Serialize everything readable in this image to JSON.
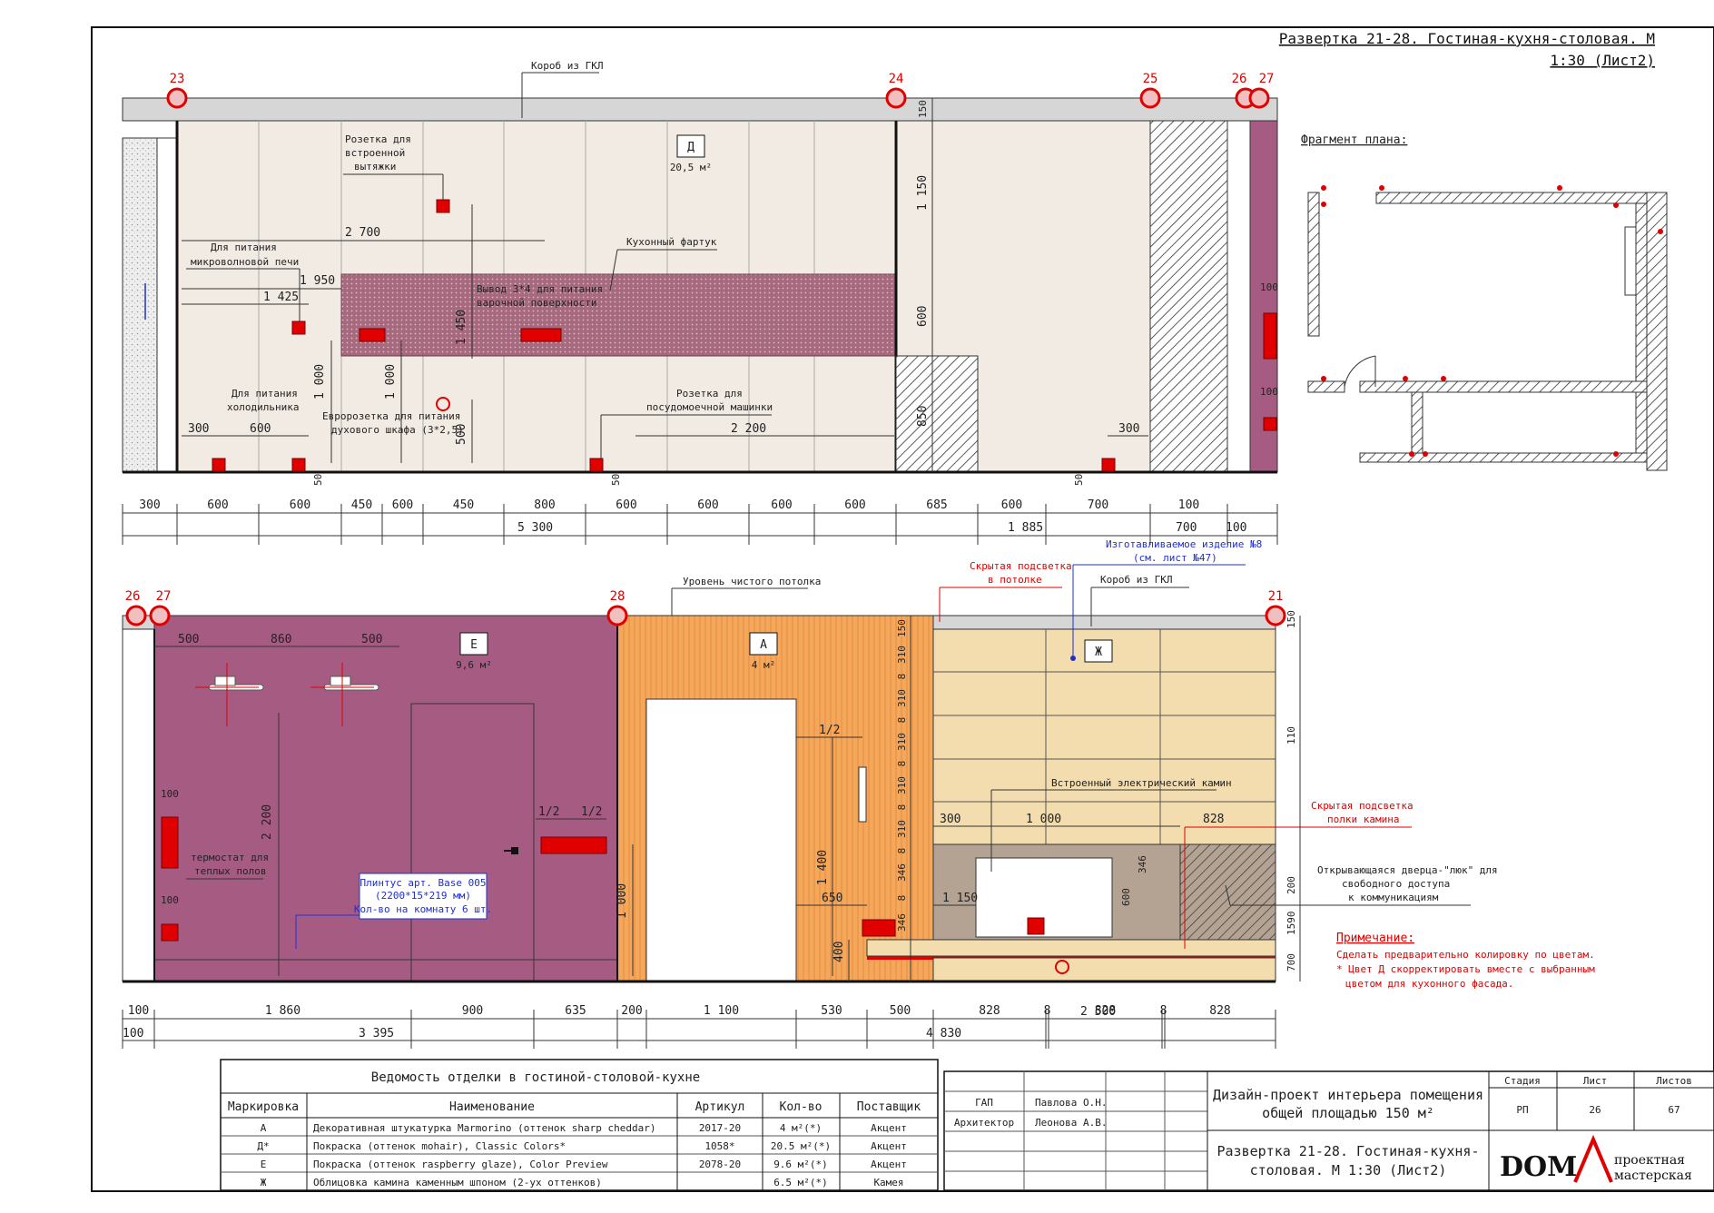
{
  "sheet": {
    "title": "Развертка 21-28. Гостиная-кухня-столовая. М 1:30 (Лист2)",
    "title_line1": "Развертка 21-28. Гостиная-кухня-столовая. М",
    "title_line2": "1:30 (Лист2)"
  },
  "axes_top": [
    "23",
    "24",
    "25",
    "26",
    "27"
  ],
  "axes_bottom": [
    "26",
    "27",
    "28",
    "21"
  ],
  "plan_fragment": {
    "label": "Фрагмент плана:"
  },
  "elevation_top": {
    "callouts": {
      "box": "Короб из ГКЛ",
      "hood_socket": [
        "Розетка для",
        "встроенной",
        "вытяжки"
      ],
      "microwave": [
        "Для питания",
        "микроволновой печи"
      ],
      "backsplash": "Кухонный фартук",
      "hob": [
        "Вывод 3*4 для питания",
        "варочной поверхности"
      ],
      "fridge": [
        "Для питания",
        "холодильника"
      ],
      "oven": [
        "Евророзетка для питания",
        "духового шкафа (3*2,5)"
      ],
      "dishwasher": [
        "Розетка для",
        "посудомоечной машинки"
      ]
    },
    "zone": {
      "tag": "Д",
      "area": "20,5 м²"
    },
    "dims_inner": [
      "2 700",
      "1 950",
      "1 425",
      "1 000",
      "1 000",
      "1 450",
      "500",
      "300",
      "600",
      "2 200",
      "300",
      "50",
      "50",
      "50"
    ],
    "dims_vertical_right": [
      "150",
      "1 150",
      "600",
      "850",
      "100",
      "100"
    ],
    "chain1": [
      "300",
      "600",
      "600",
      "450",
      "600",
      "450",
      "800",
      "600",
      "600",
      "600",
      "600",
      "685",
      "600",
      "700",
      "100"
    ],
    "chain2": [
      "5 300",
      "1 885",
      "700",
      "100"
    ]
  },
  "elevation_bottom": {
    "callouts": {
      "ceiling": "Уровень чистого потолка",
      "hidden_light_ceiling": [
        "Скрытая подсветка",
        "в потолке"
      ],
      "made_item": [
        "Изготавливаемое изделие №8",
        "(см. лист №47)"
      ],
      "box": "Короб из ГКЛ",
      "fireplace": "Встроенный электрический камин",
      "hidden_light_shelf": [
        "Скрытая подсветка",
        "полки камина"
      ],
      "hatch": [
        "Открывающаяся дверца-\"люк\" для",
        "свободного доступа",
        "к коммуникациям"
      ],
      "thermostat": [
        "термостат для",
        "теплых полов"
      ],
      "plinth": [
        "Плинтус арт. Base 005",
        "(2200*15*219 мм)",
        "Кол-во на комнату 6 шт."
      ]
    },
    "zones": [
      {
        "tag": "Е",
        "area": "9,6 м²"
      },
      {
        "tag": "А",
        "area": "4 м²"
      },
      {
        "tag": "Ж",
        "area": ""
      }
    ],
    "dims_e": [
      "500",
      "860",
      "500",
      "2 200",
      "1/2",
      "1/2",
      "100",
      "100",
      "1 000"
    ],
    "dims_a": [
      "1/2",
      "1 400",
      "650",
      "400"
    ],
    "dims_zh": [
      "300",
      "1 000",
      "828",
      "346",
      "600",
      "1 150",
      "150",
      "310",
      "8",
      "310",
      "8",
      "310",
      "8",
      "310",
      "8",
      "310",
      "8",
      "346",
      "8",
      "346",
      "110",
      "200",
      "1590",
      "700",
      "110",
      "200"
    ],
    "chain1": [
      "100",
      "1 860",
      "900",
      "635",
      "200",
      "1 100",
      "530",
      "500",
      "828",
      "8",
      "828",
      "8",
      "828"
    ],
    "chain2": [
      "100",
      "3 395",
      "4 830",
      "2 500"
    ]
  },
  "note": {
    "title": "Примечание:",
    "lines": [
      "Сделать предварительно колировку по цветам.",
      "* Цвет Д скорректировать вместе с выбранным",
      "цветом для кухонного фасада."
    ]
  },
  "finish_table": {
    "title": "Ведомость отделки в гостиной-столовой-кухне",
    "headers": [
      "Маркировка",
      "Наименование",
      "Артикул",
      "Кол-во",
      "Поставщик"
    ],
    "rows": [
      [
        "А",
        "Декоративная штукатурка Marmorino (оттенок sharp cheddar)",
        "2017-20",
        "4 м²(*)",
        "Акцент"
      ],
      [
        "Д*",
        "Покраска (оттенок mohair), Classic Colors*",
        "1058*",
        "20.5 м²(*)",
        "Акцент"
      ],
      [
        "Е",
        "Покраска (оттенок raspberry glaze), Color Preview",
        "2078-20",
        "9.6 м²(*)",
        "Акцент"
      ],
      [
        "Ж",
        "Облицовка камина каменным шпоном (2-ух оттенков)",
        "",
        "6.5 м²(*)",
        "Камея"
      ]
    ]
  },
  "stamp": {
    "roles": [
      {
        "role": "ГАП",
        "name": "Павлова О.Н."
      },
      {
        "role": "Архитектор",
        "name": "Леонова А.В."
      }
    ],
    "project_line1": "Дизайн-проект интерьера помещения",
    "project_line2": "общей площадью 150 м²",
    "sheet_line1": "Развертка 21-28. Гостиная-кухня-",
    "sheet_line2": "столовая. М 1:30 (Лист2)",
    "headers": [
      "Стадия",
      "Лист",
      "Листов"
    ],
    "values": [
      "РП",
      "26",
      "67"
    ],
    "logo_text": "DOM",
    "logo_sub1": "проектная",
    "logo_sub2": "мастерская"
  },
  "colors": {
    "wall_beige": "#f2ebe3",
    "backsplash": "#a66a7e",
    "raspberry": "#a65c82",
    "cheddar": "#f4a85c",
    "stone_light": "#f3dcae",
    "stone_dark": "#b4a392",
    "red": "#e00000",
    "blue": "#1f2fd0"
  }
}
